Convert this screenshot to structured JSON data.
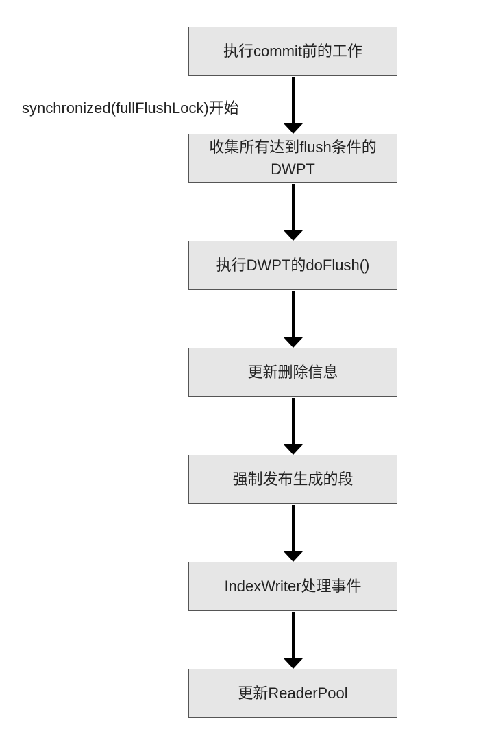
{
  "diagram": {
    "nodes": [
      {
        "id": "n1",
        "label": "执行commit前的工作"
      },
      {
        "id": "n2",
        "label": "收集所有达到flush条件的DWPT"
      },
      {
        "id": "n3",
        "label": "执行DWPT的doFlush()"
      },
      {
        "id": "n4",
        "label": "更新删除信息"
      },
      {
        "id": "n5",
        "label": "强制发布生成的段"
      },
      {
        "id": "n6",
        "label": "IndexWriter处理事件"
      },
      {
        "id": "n7",
        "label": "更新ReaderPool"
      }
    ],
    "edges": [
      {
        "from": "n1",
        "to": "n2",
        "label": "synchronized(fullFlushLock)开始"
      },
      {
        "from": "n2",
        "to": "n3",
        "label": ""
      },
      {
        "from": "n3",
        "to": "n4",
        "label": ""
      },
      {
        "from": "n4",
        "to": "n5",
        "label": ""
      },
      {
        "from": "n5",
        "to": "n6",
        "label": ""
      },
      {
        "from": "n6",
        "to": "n7",
        "label": ""
      }
    ],
    "colors": {
      "node_fill": "#e6e6e6",
      "node_border": "#555555",
      "arrow": "#000000",
      "text": "#222222"
    }
  }
}
